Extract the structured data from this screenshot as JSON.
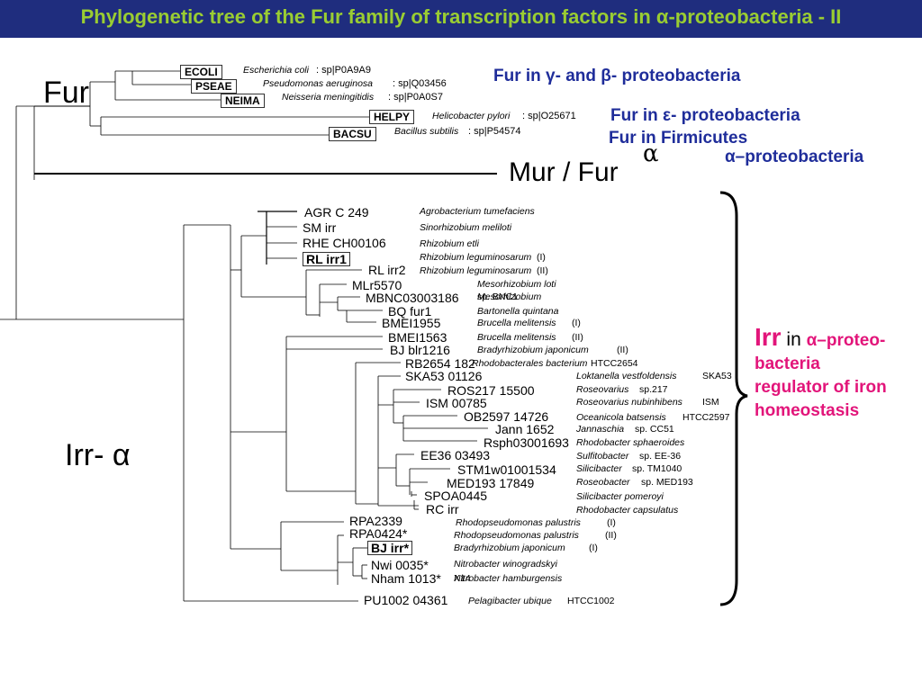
{
  "title": "Phylogenetic tree of the Fur family of transcription factors in α-proteobacteria - II",
  "colors": {
    "title_bar": "#1f2d7e",
    "title_text": "#9acd32",
    "blue_label": "#1f2d9a",
    "irr_label": "#e2157a"
  },
  "group_labels": {
    "fur": "Fur",
    "mur_fur": "Mur / Fur",
    "mur_alpha": "α",
    "irr_alpha": "Irr- α",
    "fur_gamma_beta": "Fur in γ- and β- proteobacteria",
    "fur_epsilon": "Fur in ε- proteobacteria",
    "fur_firmicutes": "Fur in Firmicutes",
    "alpha_proteobacteria": "α–proteobacteria",
    "irr_title": "Irr",
    "irr_in": " in ",
    "irr_alpha_proteo": "α–proteo-",
    "irr_line2": "bacteria",
    "irr_line3": "regulator of iron",
    "irr_line4": "homeostasis"
  },
  "fur_leaves": [
    {
      "code": "ECOLI",
      "species": "Escherichia coli",
      "accession": ": sp|P0A9A9"
    },
    {
      "code": "PSEAE",
      "species": "Pseudomonas aeruginosa",
      "accession": ": sp|Q03456"
    },
    {
      "code": "NEIMA",
      "species": "Neisseria meningitidis",
      "accession": ": sp|P0A0S7"
    },
    {
      "code": "HELPY",
      "species": "Helicobacter pylori",
      "accession": ": sp|O25671"
    },
    {
      "code": "BACSU",
      "species": "Bacillus subtilis",
      "accession": ": sp|P54574"
    }
  ],
  "irr_leaves": [
    {
      "code": "AGR C 249",
      "species": "Agrobacterium tumefaciens",
      "extra": ""
    },
    {
      "code": "SM irr",
      "species": "Sinorhizobium meliloti",
      "extra": ""
    },
    {
      "code": "RHE CH00106",
      "species": "Rhizobium   etli",
      "extra": ""
    },
    {
      "code": "RL irr1",
      "species": "Rhizobium leguminosarum",
      "extra": "(I)"
    },
    {
      "code": "RL irr2",
      "species": "Rhizobium leguminosarum",
      "extra": "(II)"
    },
    {
      "code": "MLr5570",
      "species": "Mesorhizobium   loti",
      "extra": ""
    },
    {
      "code": "MBNC03003186",
      "species": "Mesorhizobium",
      "extra": "sp. BNC1"
    },
    {
      "code": "BQ fur1",
      "species": "Bartonella quintana",
      "extra": ""
    },
    {
      "code": "BMEI1955",
      "species": "Brucella melitensis",
      "extra": "(I)"
    },
    {
      "code": "BMEI1563",
      "species": "Brucella melitensis",
      "extra": "(II)"
    },
    {
      "code": "BJ blr1216",
      "species": "Bradyrhizobium japonicum",
      "extra": "(II)"
    },
    {
      "code": "RB2654 182",
      "species": "Rhodobacterales bacterium",
      "extra": "HTCC2654"
    },
    {
      "code": "SKA53 01126",
      "species": "Loktanella vestfoldensis",
      "extra": "SKA53"
    },
    {
      "code": "ROS217 15500",
      "species": "Roseovarius",
      "extra": "sp.217"
    },
    {
      "code": "ISM 00785",
      "species": "Roseovarius nubinhibens",
      "extra": "ISM"
    },
    {
      "code": "OB2597 14726",
      "species": "Oceanicola batsensis",
      "extra": "HTCC2597"
    },
    {
      "code": "Jann 1652",
      "species": "Jannaschia",
      "extra": "sp. CC51"
    },
    {
      "code": "Rsph03001693",
      "species": "Rhodobacter sphaeroides",
      "extra": ""
    },
    {
      "code": "EE36 03493",
      "species": "Sulfitobacter",
      "extra": "sp. EE-36"
    },
    {
      "code": "STM1w01001534",
      "species": "Silicibacter",
      "extra": "sp. TM1040"
    },
    {
      "code": "MED193 17849",
      "species": "Roseobacter",
      "extra": "sp. MED193"
    },
    {
      "code": "SPOA0445",
      "species": "Silicibacter pomeroyi",
      "extra": ""
    },
    {
      "code": "RC irr",
      "species": "Rhodobacter   capsulatus",
      "extra": ""
    },
    {
      "code": "RPA2339",
      "species": "Rhodopseudomonas palustris",
      "extra": "(I)"
    },
    {
      "code": "RPA0424*",
      "species": "Rhodopseudomonas palustris",
      "extra": "(II)"
    },
    {
      "code": "BJ irr*",
      "species": "Bradyrhizobium japonicum",
      "extra": "(I)"
    },
    {
      "code": "Nwi 0035*",
      "species": "Nitrobacter winogradskyi",
      "extra": ""
    },
    {
      "code": "Nham 1013*",
      "species": "Nitrobacter hamburgensis",
      "extra": "X14"
    },
    {
      "code": "PU1002 04361",
      "species": "Pelagibacter ubique",
      "extra": "HTCC1002"
    }
  ]
}
